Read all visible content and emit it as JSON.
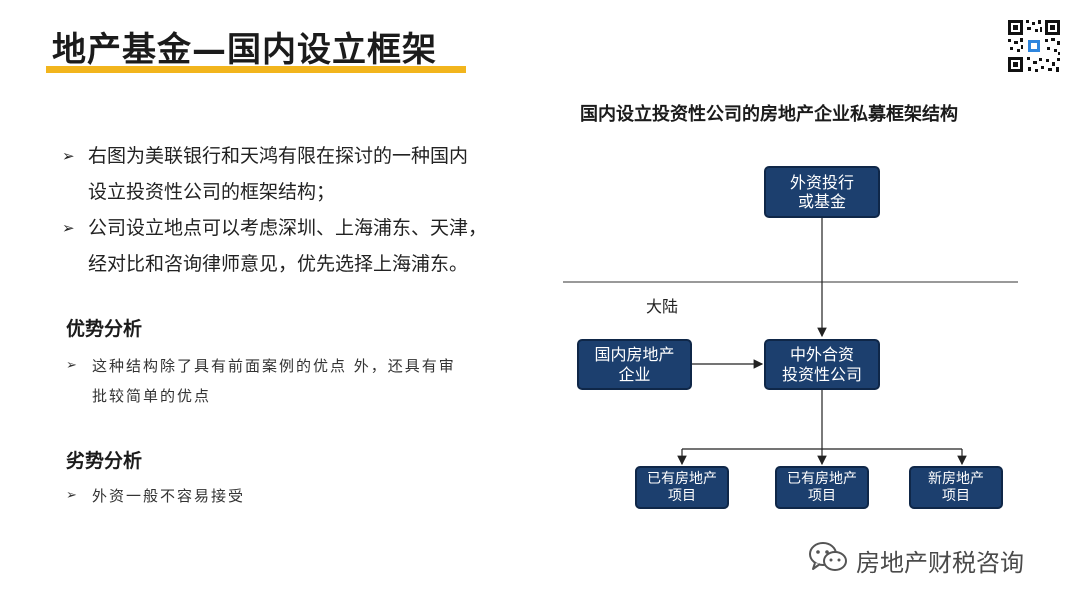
{
  "header": {
    "title": "地产基金—国内设立框架"
  },
  "bullets": [
    {
      "marker": "➢",
      "line1": "右图为美联银行和天鸿有限在探讨的一种国内",
      "line2": "设立投资性公司的框架结构；"
    },
    {
      "marker": "➢",
      "line1": "公司设立地点可以考虑深圳、上海浦东、天津，",
      "line2": "经对比和咨询律师意见，优先选择上海浦东。"
    }
  ],
  "advantages": {
    "title": "优势分析",
    "marker": "➢",
    "line1": "这种结构除了具有前面案例的优点 外，还具有审",
    "line2": "批较简单的优点"
  },
  "disadvantages": {
    "title": "劣势分析",
    "marker": "➢",
    "line1": "外资一般不容易接受"
  },
  "diagram": {
    "title": "国内设立投资性公司的房地产企业私募框架结构",
    "mainland_label": "大陆",
    "foreign_bank": {
      "line1": "外资投行",
      "line2": "或基金"
    },
    "domestic_re": {
      "line1": "国内房地产",
      "line2": "企业"
    },
    "jv": {
      "line1": "中外合资",
      "line2": "投资性公司"
    },
    "project1": {
      "line1": "已有房地产",
      "line2": "项目"
    },
    "project2": {
      "line1": "已有房地产",
      "line2": "项目"
    },
    "project3": {
      "line1": "新房地产",
      "line2": "项目"
    }
  },
  "watermark": {
    "icon": "wechat-icon",
    "text": "房地产财税咨询"
  },
  "colors": {
    "accent": "#f2b51d",
    "box_fill": "#1c3f6e",
    "box_border": "#0f2748"
  }
}
